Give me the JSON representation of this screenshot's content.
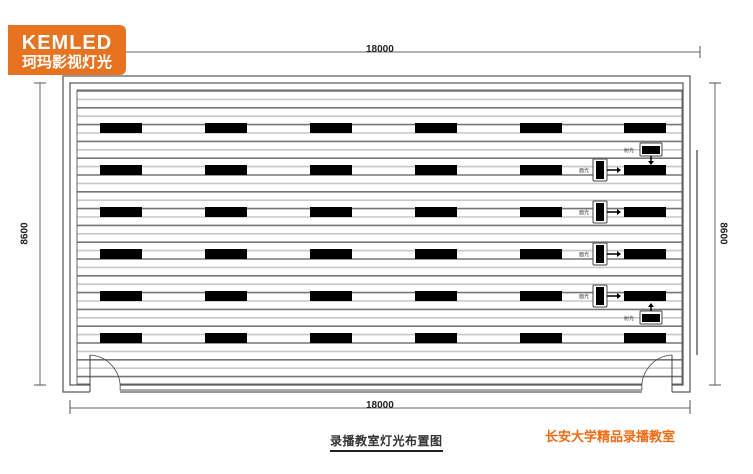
{
  "logo": {
    "brand_en": "KEMLED",
    "brand_cn": "珂玛影视灯光",
    "color": "#e8731f"
  },
  "dimensions": {
    "top": "18000",
    "bottom": "18000",
    "left": "8600",
    "right": "8600"
  },
  "fixtures": {
    "side_label": "面光",
    "end_label": "射光",
    "rows": 6,
    "columns": 6
  },
  "caption": "录播教室灯光布置图",
  "subtitle": "长安大学精品录播教室",
  "subtitle_color": "#f36a10"
}
